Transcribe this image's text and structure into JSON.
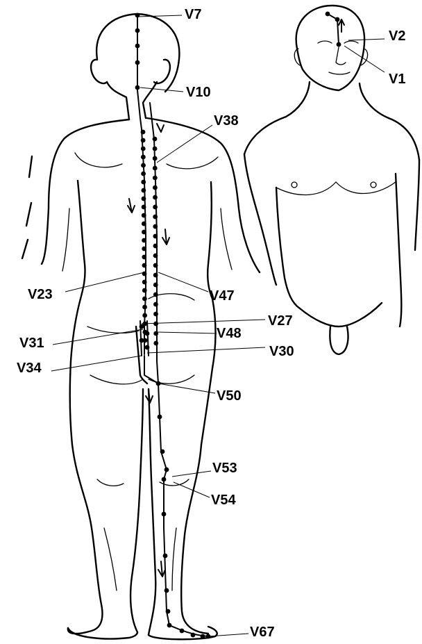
{
  "points": {
    "v1": "V1",
    "v2": "V2",
    "v7": "V7",
    "v10": "V10",
    "v23": "V23",
    "v27": "V27",
    "v30": "V30",
    "v31": "V31",
    "v34": "V34",
    "v38": "V38",
    "v47": "V47",
    "v48": "V48",
    "v50": "V50",
    "v53": "V53",
    "v54": "V54",
    "v67": "V67"
  }
}
